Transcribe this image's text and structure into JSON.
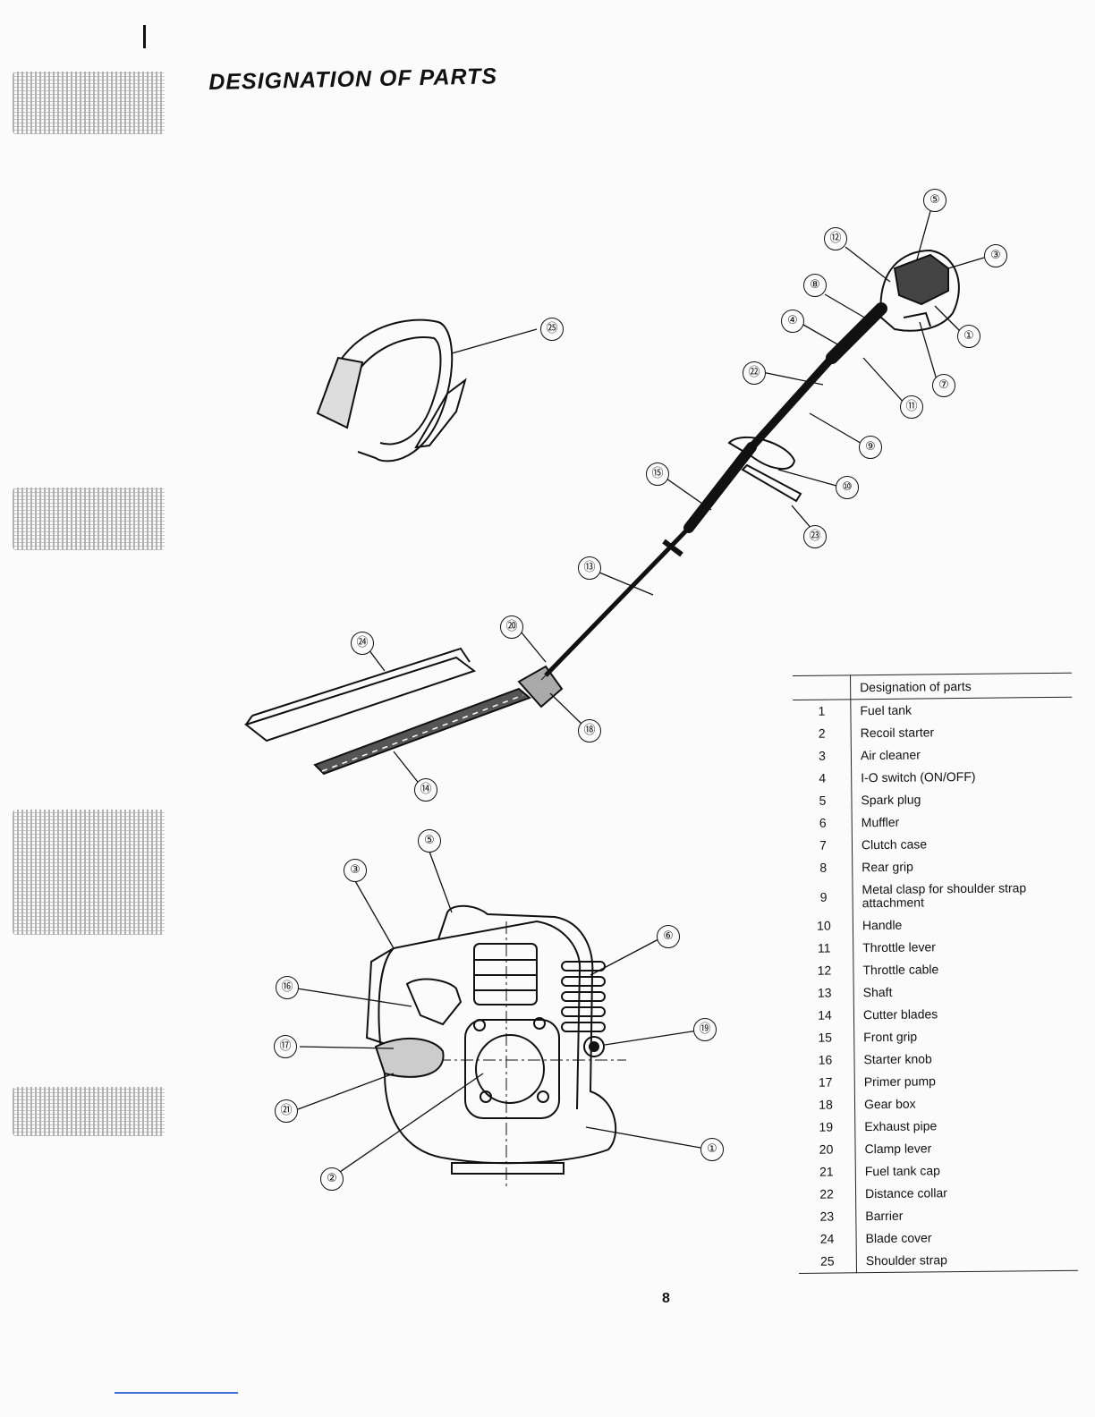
{
  "title": "DESIGNATION OF PARTS",
  "page_number": "8",
  "callouts": {
    "upper": [
      "⑤",
      "⑫",
      "③",
      "⑧",
      "④",
      "①",
      "㉒",
      "⑦",
      "⑪",
      "⑨",
      "㉕",
      "⑩",
      "⑮",
      "㉓",
      "⑬",
      "⑳",
      "㉔",
      "⑱",
      "⑭"
    ],
    "lower": [
      "⑤",
      "③",
      "⑥",
      "⑯",
      "⑲",
      "⑰",
      "㉑",
      "①",
      "②"
    ]
  },
  "table": {
    "header": "Designation of parts",
    "rows": [
      {
        "num": "1",
        "name": "Fuel tank"
      },
      {
        "num": "2",
        "name": "Recoil starter"
      },
      {
        "num": "3",
        "name": "Air cleaner"
      },
      {
        "num": "4",
        "name": "I-O switch (ON/OFF)"
      },
      {
        "num": "5",
        "name": "Spark plug"
      },
      {
        "num": "6",
        "name": "Muffler"
      },
      {
        "num": "7",
        "name": "Clutch case"
      },
      {
        "num": "8",
        "name": "Rear grip"
      },
      {
        "num": "9",
        "name": "Metal clasp for shoulder strap attachment"
      },
      {
        "num": "10",
        "name": "Handle"
      },
      {
        "num": "11",
        "name": "Throttle lever"
      },
      {
        "num": "12",
        "name": "Throttle cable"
      },
      {
        "num": "13",
        "name": "Shaft"
      },
      {
        "num": "14",
        "name": "Cutter blades"
      },
      {
        "num": "15",
        "name": "Front grip"
      },
      {
        "num": "16",
        "name": "Starter knob"
      },
      {
        "num": "17",
        "name": "Primer pump"
      },
      {
        "num": "18",
        "name": "Gear box"
      },
      {
        "num": "19",
        "name": "Exhaust pipe"
      },
      {
        "num": "20",
        "name": "Clamp lever"
      },
      {
        "num": "21",
        "name": "Fuel tank cap"
      },
      {
        "num": "22",
        "name": "Distance collar"
      },
      {
        "num": "23",
        "name": "Barrier"
      },
      {
        "num": "24",
        "name": "Blade cover"
      },
      {
        "num": "25",
        "name": "Shoulder strap"
      }
    ]
  }
}
